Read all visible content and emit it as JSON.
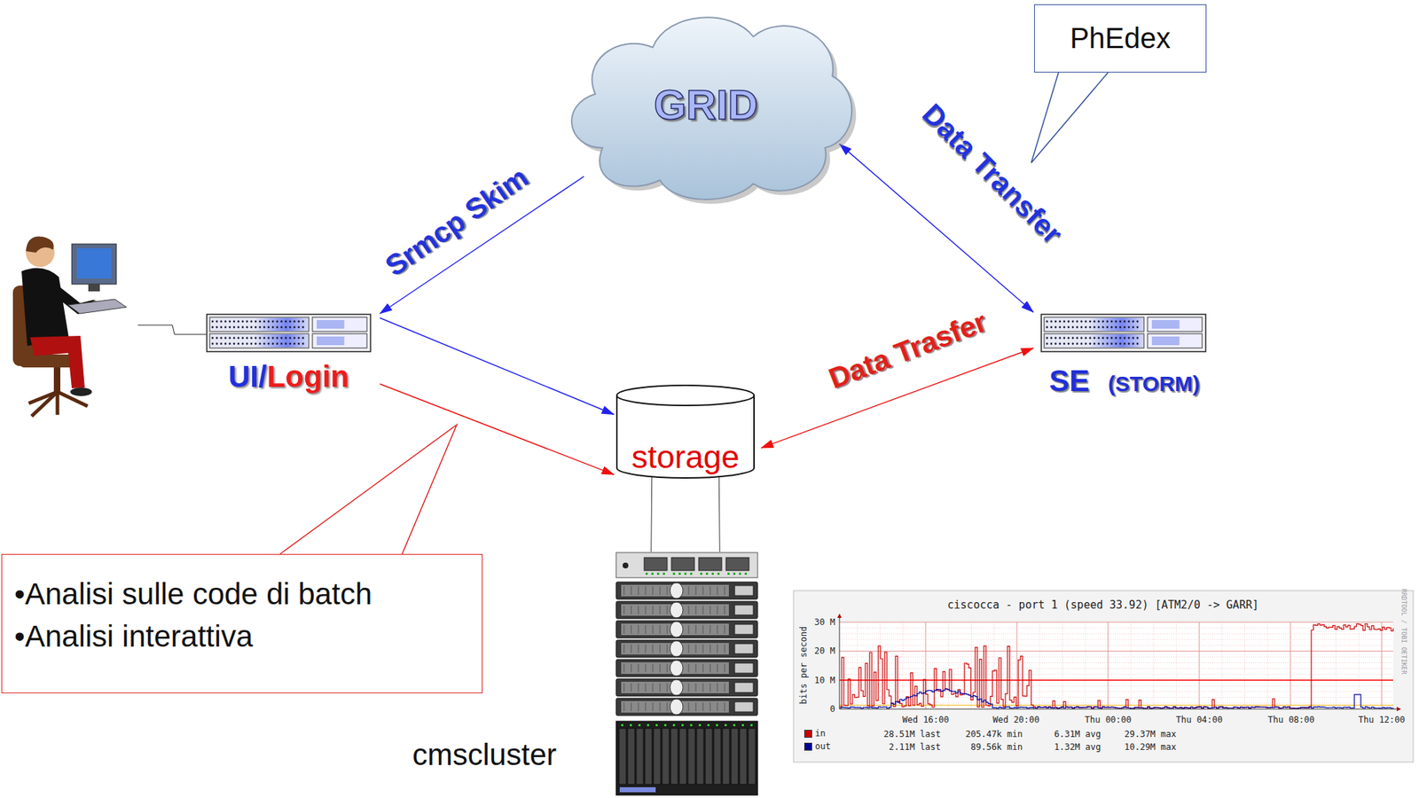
{
  "diagram": {
    "nodes": [
      {
        "text": [
          "GRID"
        ]
      },
      {
        "text": [
          "PhEdex"
        ]
      },
      {
        "text": [
          "UI/Login"
        ]
      },
      {
        "text": [
          "SE",
          "(STORM)"
        ]
      },
      {
        "text": [
          "storage"
        ]
      },
      {
        "text": [
          "cmscluster"
        ]
      },
      {
        "text": [
          "•Analisi sulle code di batch",
          "•Analisi interattiva"
        ]
      }
    ],
    "edges": [
      {
        "from": 0,
        "to": 2,
        "label": "Srmcp Skim",
        "arrow": "to"
      },
      {
        "from": 2,
        "to": 4,
        "arrow": "to"
      },
      {
        "from": 2,
        "to": 4,
        "arrow": "to"
      },
      {
        "from": 0,
        "to": 3,
        "label": "Data Transfer",
        "arrow": "both"
      },
      {
        "from": 3,
        "to": 4,
        "label": "Data Trasfer",
        "arrow": "both"
      },
      {
        "from": 4,
        "to": 5,
        "arrow": "none"
      },
      {
        "from": 4,
        "to": 5,
        "arrow": "none"
      }
    ],
    "labels": [
      "ciscocca - port 1 (speed 33.92) [ATM2/0 -> GARR]",
      "bits per second",
      "30 M",
      "20 M",
      "10 M",
      "0",
      "Wed 16:00",
      "Wed 20:00",
      "Thu 00:00",
      "Thu 04:00",
      "Thu 08:00",
      "Thu 12:00",
      "28.51M last",
      "205.47k min",
      "6.31M avg",
      "29.37M max",
      "2.11M last",
      "89.56k min",
      "1.32M avg",
      "10.29M max",
      "RRDTOOL / TOBI OETIKER"
    ],
    "legend": [
      {
        "text": "in",
        "color": "#cc0000"
      },
      {
        "text": "out",
        "color": "#000099"
      }
    ]
  }
}
